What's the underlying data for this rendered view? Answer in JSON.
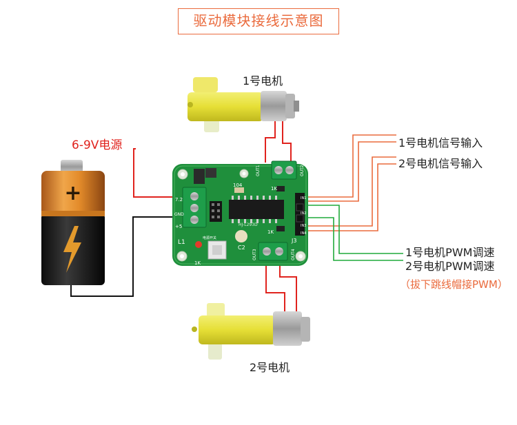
{
  "title": "驱动模块接线示意图",
  "labels": {
    "motor1": "1号电机",
    "motor2": "2号电机",
    "power": "6-9V电源",
    "motor1_signal": "1号电机信号输入",
    "motor2_signal": "2号电机信号输入",
    "motor1_pwm": "1号电机PWM调速",
    "motor2_pwm": "2号电机PWM调速",
    "pwm_note": "（拔下跳线帽接PWM）"
  },
  "board_text": {
    "out1": "OUT1",
    "out2": "OUT2",
    "out3": "OUT3",
    "out4": "OUT4",
    "chip": "HJ-L293D",
    "cap": "104",
    "r1": "1K",
    "r2": "1K",
    "r3": "1K",
    "led": "L1",
    "c2": "C2",
    "j3": "J3",
    "pin_72": "7.2",
    "pin_gnd": "GND",
    "pin_5": "+5",
    "switch_label": "电源开关",
    "in1": "IN1",
    "in2": "IN2",
    "in3": "IN3",
    "in4": "IN4"
  },
  "colors": {
    "accent": "#ea6a3c",
    "wire_red": "#e0221d",
    "wire_black": "#111111",
    "wire_green": "#1faa3a",
    "wire_orange": "#ea6a3c",
    "board_green": "#1f8f3c"
  }
}
